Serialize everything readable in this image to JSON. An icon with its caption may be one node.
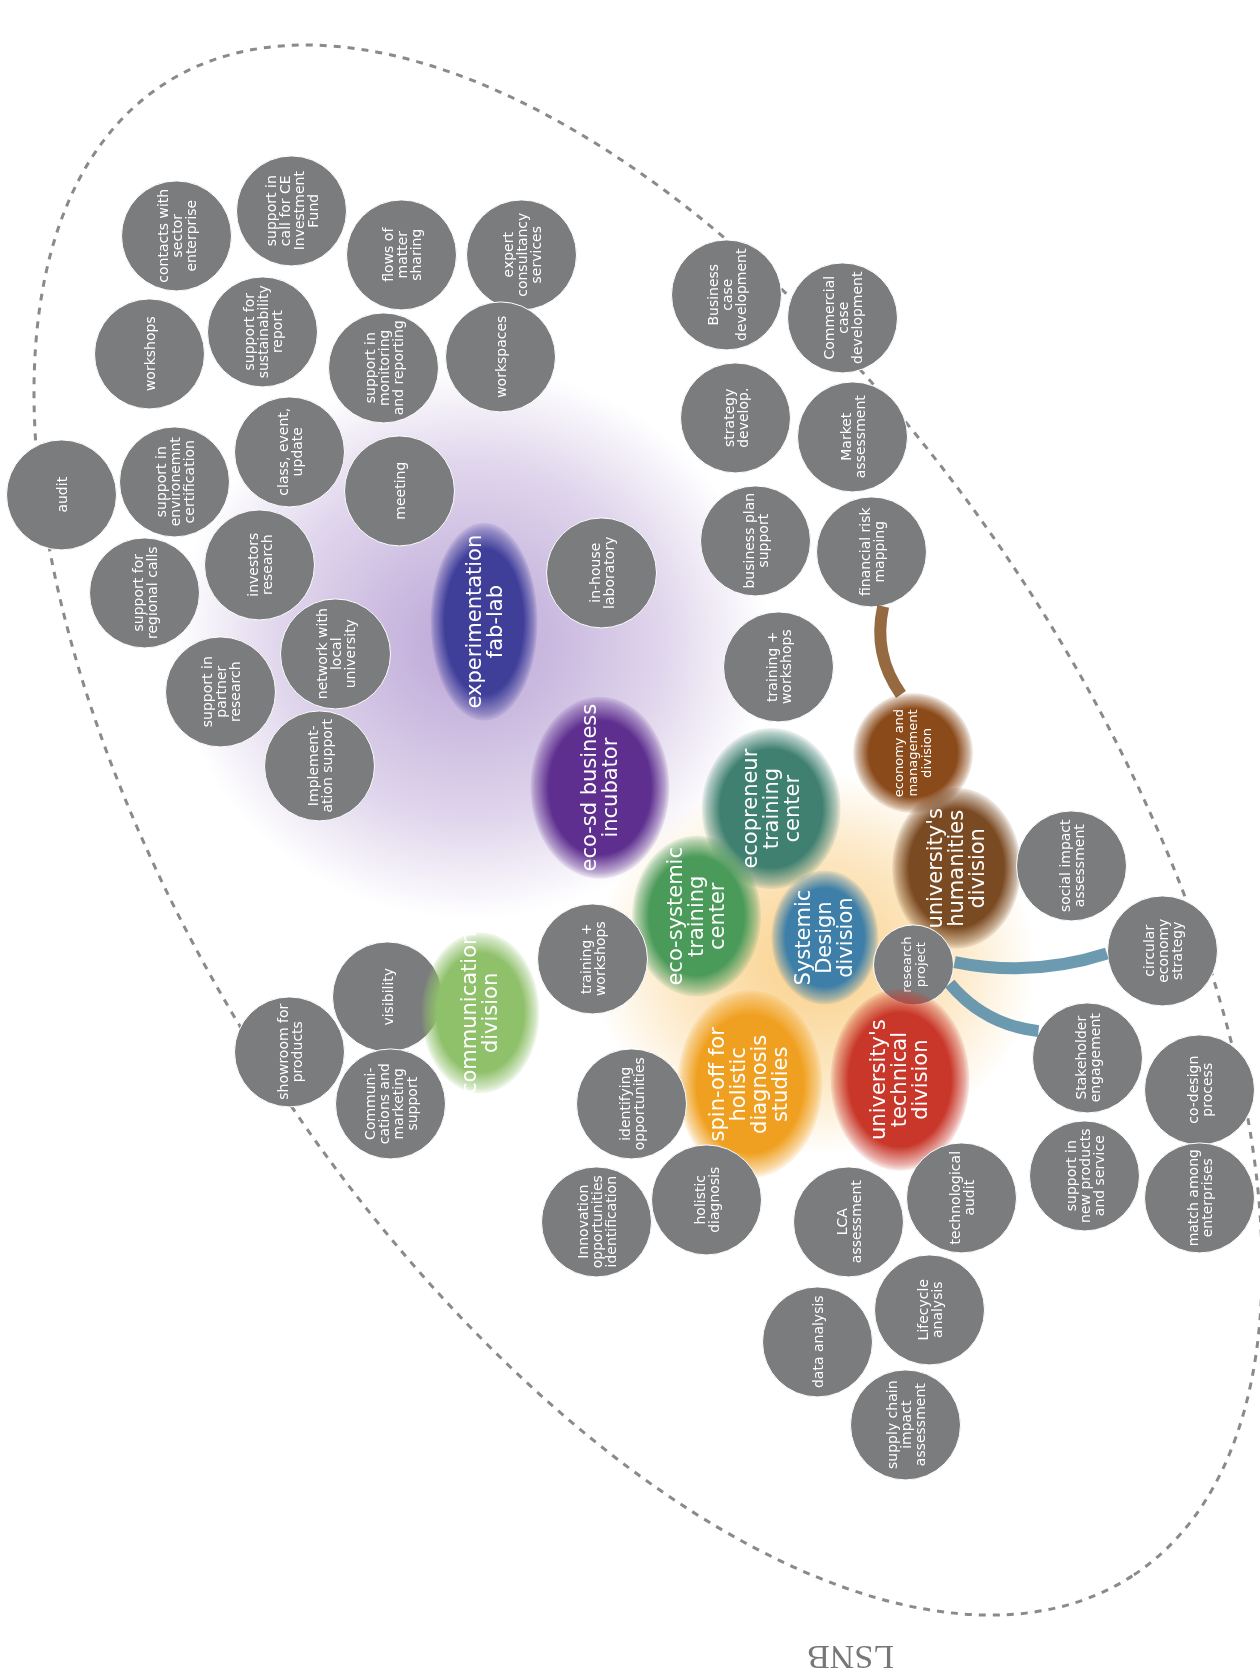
{
  "diagram": {
    "nodes": [
      {
        "text": [
          "LSNB"
        ]
      },
      {
        "text": [
          "contacts with sector enterprise"
        ],
        "in": 0
      },
      {
        "text": [
          "support in call for CE Investment Fund"
        ],
        "in": 0
      },
      {
        "text": [
          "flows of matter sharing"
        ],
        "in": 0
      },
      {
        "text": [
          "expert consultancy services"
        ],
        "in": 0
      },
      {
        "text": [
          "workshops"
        ],
        "in": 0
      },
      {
        "text": [
          "support for sustainability report"
        ],
        "in": 0
      },
      {
        "text": [
          "support in monitoring and reporting"
        ],
        "in": 0
      },
      {
        "text": [
          "workspaces"
        ],
        "in": 0
      },
      {
        "text": [
          "audit"
        ],
        "in": 0
      },
      {
        "text": [
          "support in environemnt certification"
        ],
        "in": 0
      },
      {
        "text": [
          "class, event, update"
        ],
        "in": 0
      },
      {
        "text": [
          "meeting"
        ],
        "in": 0
      },
      {
        "text": [
          "investors research"
        ],
        "in": 0
      },
      {
        "text": [
          "support for regional calls"
        ],
        "in": 0
      },
      {
        "text": [
          "network with local university"
        ],
        "in": 0
      },
      {
        "text": [
          "support in partner research"
        ],
        "in": 0
      },
      {
        "text": [
          "Implement-ation support"
        ],
        "in": 0
      },
      {
        "text": [
          "in-house laboratory"
        ],
        "in": 0
      },
      {
        "text": [
          "experimentation fab-lab"
        ],
        "in": 0
      },
      {
        "text": [
          "Business case development"
        ],
        "in": 0
      },
      {
        "text": [
          "Commercial case development"
        ],
        "in": 0
      },
      {
        "text": [
          "strategy develop."
        ],
        "in": 0
      },
      {
        "text": [
          "Market assessment"
        ],
        "in": 0
      },
      {
        "text": [
          "business plan support"
        ],
        "in": 0
      },
      {
        "text": [
          "financial risk mapping"
        ],
        "in": 0
      },
      {
        "text": [
          "training + workshops"
        ],
        "in": 0
      },
      {
        "text": [
          "eco-sd business incubator"
        ],
        "in": 0
      },
      {
        "text": [
          "economy and management division"
        ],
        "in": 0
      },
      {
        "text": [
          "ecopreneur training center"
        ],
        "in": 0
      },
      {
        "text": [
          "university's humanities division"
        ],
        "in": 0
      },
      {
        "text": [
          "social impact assessment"
        ],
        "in": 0
      },
      {
        "text": [
          "eco-systemic training center"
        ],
        "in": 0
      },
      {
        "text": [
          "Systemic Design division"
        ],
        "in": 0
      },
      {
        "text": [
          "research project"
        ],
        "in": 0
      },
      {
        "text": [
          "circular economy strategy"
        ],
        "in": 0
      },
      {
        "text": [
          "training + workshops"
        ],
        "in": 0
      },
      {
        "text": [
          "visibility"
        ],
        "in": 0
      },
      {
        "text": [
          "communication division"
        ],
        "in": 0
      },
      {
        "text": [
          "showroom for products"
        ],
        "in": 0
      },
      {
        "text": [
          "Communi-cations and marketing support"
        ],
        "in": 0
      },
      {
        "text": [
          "spin-off for holistic diagnosis studies"
        ],
        "in": 0
      },
      {
        "text": [
          "university's technical division"
        ],
        "in": 0
      },
      {
        "text": [
          "Stakeholder engagement"
        ],
        "in": 0
      },
      {
        "text": [
          "co-design process"
        ],
        "in": 0
      },
      {
        "text": [
          "identifying opportunities"
        ],
        "in": 0
      },
      {
        "text": [
          "Innovation opportunities identification"
        ],
        "in": 0
      },
      {
        "text": [
          "holistic diagnosis"
        ],
        "in": 0
      },
      {
        "text": [
          "LCA assessment"
        ],
        "in": 0
      },
      {
        "text": [
          "technological audit"
        ],
        "in": 0
      },
      {
        "text": [
          "support in new products and service"
        ],
        "in": 0
      },
      {
        "text": [
          "match among enterprises"
        ],
        "in": 0
      },
      {
        "text": [
          "data analysis"
        ],
        "in": 0
      },
      {
        "text": [
          "Lifecycle analysis"
        ],
        "in": 0
      },
      {
        "text": [
          "supply chain impact assessment"
        ],
        "in": 0
      }
    ],
    "edges": [
      {
        "from": 25,
        "to": 28,
        "arrow": "none",
        "color": "#8a5a2b"
      },
      {
        "from": 34,
        "to": 35,
        "arrow": "none",
        "color": "#5b8fa8"
      },
      {
        "from": 34,
        "to": 43,
        "arrow": "none",
        "color": "#5b8fa8"
      }
    ]
  }
}
